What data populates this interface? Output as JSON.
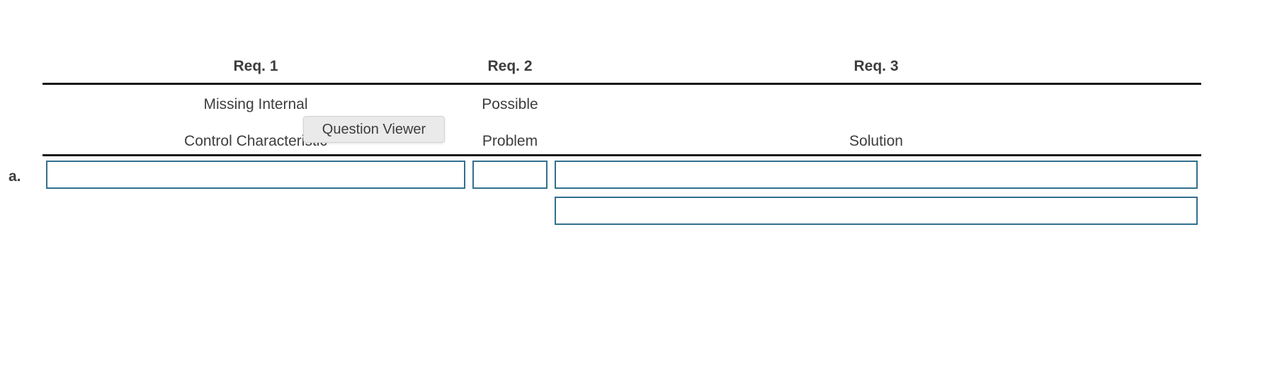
{
  "table": {
    "headers": {
      "req1": "Req. 1",
      "req2": "Req. 2",
      "req3": "Req. 3"
    },
    "subheaders": {
      "col1_line1": "Missing Internal",
      "col1_line2": "Control Characteristic",
      "col2_line1": "Possible",
      "col2_line2": "Problem",
      "col3_line1": "Solution"
    },
    "row_a": {
      "label": "a.",
      "req1_value": "",
      "req2_value": "",
      "req3_value_line1": "",
      "req3_value_line2": ""
    }
  },
  "tooltip": {
    "label": "Question Viewer"
  },
  "colors": {
    "answer_box_border": "#336f8e",
    "rule": "#161616",
    "text": "#3d3d3d",
    "tooltip_background": "#eaeaea",
    "tooltip_border": "#d4d4d4"
  }
}
